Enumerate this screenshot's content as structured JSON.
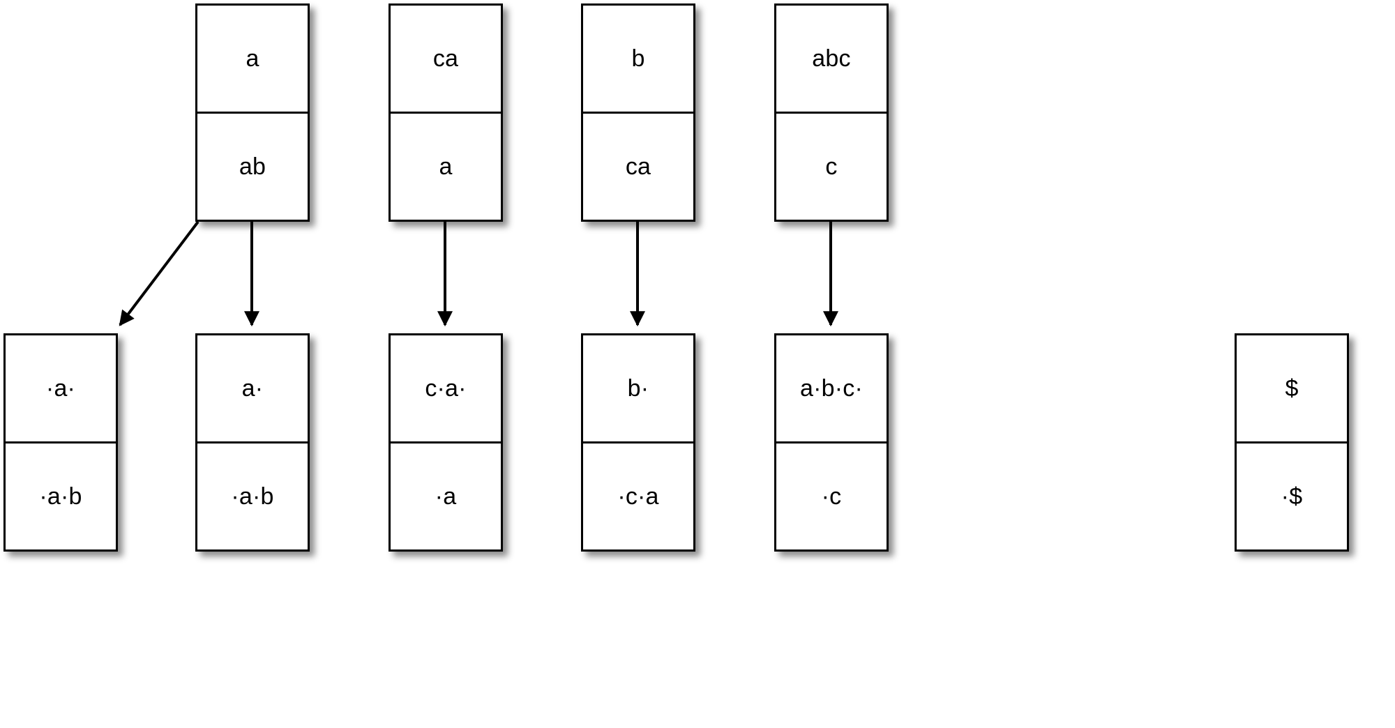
{
  "diagram": {
    "type": "suffix-automaton-node-diagram",
    "background_color": "#ffffff",
    "stroke_color": "#000000",
    "top_row": [
      {
        "id": "t0",
        "upper": "a",
        "lower": "ab"
      },
      {
        "id": "t1",
        "upper": "ca",
        "lower": "a"
      },
      {
        "id": "t2",
        "upper": "b",
        "lower": "ca"
      },
      {
        "id": "t3",
        "upper": "abc",
        "lower": "c"
      }
    ],
    "bottom_row": [
      {
        "id": "b0",
        "upper": "·a·",
        "lower": "·a·b"
      },
      {
        "id": "b1",
        "upper": "a·",
        "lower": "·a·b"
      },
      {
        "id": "b2",
        "upper": "c·a·",
        "lower": "·a"
      },
      {
        "id": "b3",
        "upper": "b·",
        "lower": "·c·a"
      },
      {
        "id": "b4",
        "upper": "a·b·c·",
        "lower": "·c"
      },
      {
        "id": "b5",
        "upper": "$",
        "lower": "·$"
      }
    ],
    "edges": [
      {
        "from": "t0",
        "to": "b0",
        "kind": "diagonal"
      },
      {
        "from": "t0",
        "to": "b1",
        "kind": "vertical"
      },
      {
        "from": "t1",
        "to": "b2",
        "kind": "vertical"
      },
      {
        "from": "t2",
        "to": "b3",
        "kind": "vertical"
      },
      {
        "from": "t3",
        "to": "b4",
        "kind": "vertical"
      }
    ]
  }
}
